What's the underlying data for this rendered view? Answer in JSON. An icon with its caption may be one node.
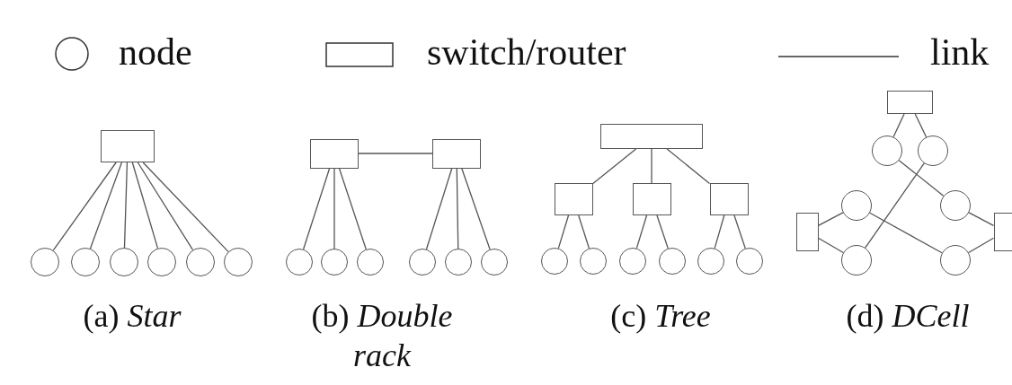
{
  "diagram": {
    "nodes": [
      {
        "text": [],
        "shape": "box"
      },
      {
        "text": [],
        "shape": "circle"
      },
      {
        "text": [],
        "shape": "circle"
      },
      {
        "text": [],
        "shape": "circle"
      },
      {
        "text": [],
        "shape": "circle"
      },
      {
        "text": [],
        "shape": "circle"
      },
      {
        "text": [],
        "shape": "circle"
      },
      {
        "text": [],
        "shape": "box"
      },
      {
        "text": [],
        "shape": "box"
      },
      {
        "text": [],
        "shape": "circle"
      },
      {
        "text": [],
        "shape": "circle"
      },
      {
        "text": [],
        "shape": "circle"
      },
      {
        "text": [],
        "shape": "circle"
      },
      {
        "text": [],
        "shape": "circle"
      },
      {
        "text": [],
        "shape": "circle"
      },
      {
        "text": [],
        "shape": "box"
      },
      {
        "text": [],
        "shape": "box"
      },
      {
        "text": [],
        "shape": "box"
      },
      {
        "text": [],
        "shape": "box"
      },
      {
        "text": [],
        "shape": "circle"
      },
      {
        "text": [],
        "shape": "circle"
      },
      {
        "text": [],
        "shape": "circle"
      },
      {
        "text": [],
        "shape": "circle"
      },
      {
        "text": [],
        "shape": "circle"
      },
      {
        "text": [],
        "shape": "circle"
      },
      {
        "text": [],
        "shape": "box"
      },
      {
        "text": [],
        "shape": "circle"
      },
      {
        "text": [],
        "shape": "circle"
      },
      {
        "text": [],
        "shape": "circle"
      },
      {
        "text": [],
        "shape": "circle"
      },
      {
        "text": [],
        "shape": "box"
      },
      {
        "text": [],
        "shape": "box"
      },
      {
        "text": [],
        "shape": "circle"
      },
      {
        "text": [],
        "shape": "circle"
      }
    ],
    "edges": [
      {
        "from": 0,
        "to": 1,
        "arrow": "none"
      },
      {
        "from": 0,
        "to": 2,
        "arrow": "none"
      },
      {
        "from": 0,
        "to": 3,
        "arrow": "none"
      },
      {
        "from": 0,
        "to": 4,
        "arrow": "none"
      },
      {
        "from": 0,
        "to": 5,
        "arrow": "none"
      },
      {
        "from": 0,
        "to": 6,
        "arrow": "none"
      },
      {
        "from": 7,
        "to": 8,
        "arrow": "none"
      },
      {
        "from": 7,
        "to": 9,
        "arrow": "none"
      },
      {
        "from": 7,
        "to": 10,
        "arrow": "none"
      },
      {
        "from": 7,
        "to": 11,
        "arrow": "none"
      },
      {
        "from": 8,
        "to": 12,
        "arrow": "none"
      },
      {
        "from": 8,
        "to": 13,
        "arrow": "none"
      },
      {
        "from": 8,
        "to": 14,
        "arrow": "none"
      },
      {
        "from": 15,
        "to": 16,
        "arrow": "none"
      },
      {
        "from": 15,
        "to": 17,
        "arrow": "none"
      },
      {
        "from": 15,
        "to": 18,
        "arrow": "none"
      },
      {
        "from": 16,
        "to": 19,
        "arrow": "none"
      },
      {
        "from": 16,
        "to": 20,
        "arrow": "none"
      },
      {
        "from": 17,
        "to": 21,
        "arrow": "none"
      },
      {
        "from": 17,
        "to": 22,
        "arrow": "none"
      },
      {
        "from": 18,
        "to": 23,
        "arrow": "none"
      },
      {
        "from": 18,
        "to": 24,
        "arrow": "none"
      },
      {
        "from": 25,
        "to": 26,
        "arrow": "none"
      },
      {
        "from": 25,
        "to": 27,
        "arrow": "none"
      },
      {
        "from": 26,
        "to": 29,
        "arrow": "none"
      },
      {
        "from": 27,
        "to": 32,
        "arrow": "none"
      },
      {
        "from": 28,
        "to": 33,
        "arrow": "none"
      },
      {
        "from": 30,
        "to": 28,
        "arrow": "none"
      },
      {
        "from": 30,
        "to": 32,
        "arrow": "none"
      },
      {
        "from": 31,
        "to": 29,
        "arrow": "none"
      },
      {
        "from": 31,
        "to": 33,
        "arrow": "none"
      }
    ],
    "labels": [
      "(a) *Star*",
      "(b) *Double rack*",
      "(c) *Tree*",
      "(d) *DCell*"
    ],
    "legend": [
      {
        "text": "node"
      },
      {
        "text": "switch/router"
      },
      {
        "text": "link"
      }
    ]
  }
}
